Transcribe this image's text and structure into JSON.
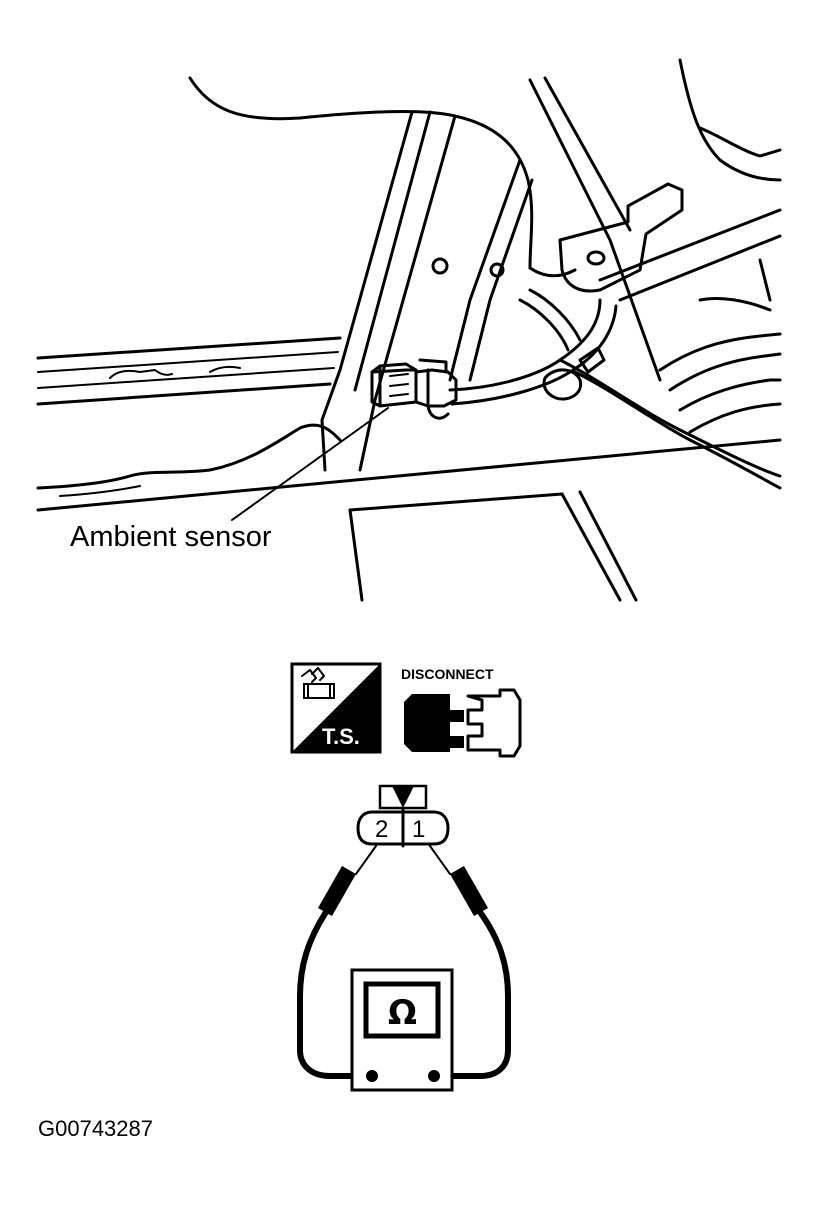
{
  "callout": {
    "label": "Ambient sensor"
  },
  "icons": {
    "ts_icon": {
      "label": "T.S.",
      "icon": "tool-icon"
    },
    "disconnect_icon": {
      "label": "DISCONNECT",
      "icon": "connector-disconnect-icon"
    }
  },
  "connector": {
    "pins": [
      "2",
      "1"
    ]
  },
  "meter": {
    "symbol": "Ω",
    "icon": "ohmmeter-icon"
  },
  "figure_id": "G00743287"
}
